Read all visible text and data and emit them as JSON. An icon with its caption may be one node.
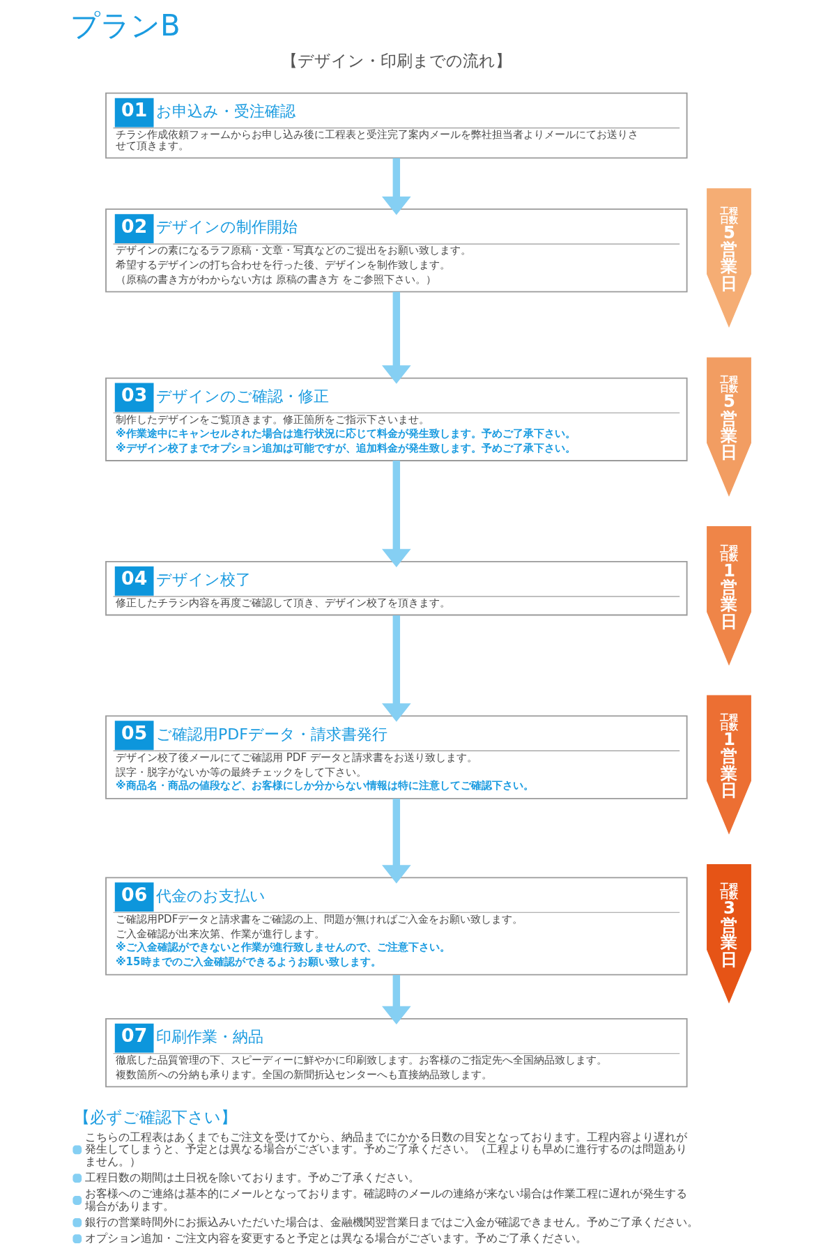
{
  "diagram": {
    "title": "プランB",
    "nodes": [
      {
        "text": [
          "01",
          "お申込み・受注確認",
          "チラシ作成依頼フォームからお申し込み後に工程表と受注完了案内メールを弊社担当者よりメールにてお送りさせて頂きます。"
        ]
      },
      {
        "text": [
          "02",
          "デザインの制作開始",
          "デザインの素になるラフ原稿・文章・写真などのご提出をお願い致します。",
          "希望するデザインの打ち合わせを行った後、デザインを制作致します。",
          "（原稿の書き方がわからない方は 原稿の書き方 をご参照下さい。）"
        ]
      },
      {
        "text": [
          "03",
          "デザインのご確認・修正",
          "制作したデザインをご覧頂きます。修正箇所をご指示下さいませ。",
          "※作業途中にキャンセルされた場合は進行状況に応じて料金が発生致します。予めご了承下さい。",
          "※デザイン校了までオプション追加は可能ですが、追加料金が発生致します。予めご了承下さい。"
        ]
      },
      {
        "text": [
          "04",
          "デザイン校了",
          "修正したチラシ内容を再度ご確認して頂き、デザイン校了を頂きます。"
        ]
      },
      {
        "text": [
          "05",
          "ご確認用PDFデータ・請求書発行",
          "デザイン校了後メールにてご確認用 PDF データと請求書をお送り致します。",
          "誤字・脱字がないか等の最終チェックをして下さい。",
          "※商品名・商品の値段など、お客様にしか分からない情報は特に注意してご確認下さい。"
        ]
      },
      {
        "text": [
          "06",
          "代金のお支払い",
          "ご確認用PDFデータと請求書をご確認の上、問題が無ければご入金をお願い致します。",
          "ご入金確認が出来次第、作業が進行します。",
          "※ご入金確認ができないと作業が進行致しませんので、ご注意下さい。",
          "※15時までのご入金確認ができるようお願い致します。"
        ]
      },
      {
        "text": [
          "07",
          "印刷作業・納品",
          "徹底した品質管理の下、スピーディーに鮮やかに印刷致します。お客様のご指定先へ全国納品致します。",
          "複数箇所への分納も承ります。全国の新聞折込センターへも直接納品致します。"
        ]
      },
      {
        "text": [
          "工程日数",
          "5営業日"
        ]
      },
      {
        "text": [
          "工程日数",
          "5営業日"
        ]
      },
      {
        "text": [
          "工程日数",
          "1営業日"
        ]
      },
      {
        "text": [
          "工程日数",
          "1営業日"
        ]
      },
      {
        "text": [
          "工程日数",
          "3営業日"
        ]
      }
    ],
    "edges": [
      {
        "from": 0,
        "to": 1,
        "arrow": "to"
      },
      {
        "from": 1,
        "to": 2,
        "arrow": "to"
      },
      {
        "from": 2,
        "to": 3,
        "arrow": "to"
      },
      {
        "from": 3,
        "to": 4,
        "arrow": "to"
      },
      {
        "from": 4,
        "to": 5,
        "arrow": "to"
      },
      {
        "from": 5,
        "to": 6,
        "arrow": "to"
      }
    ],
    "labels": [
      "【デザイン・印刷までの流れ】",
      "【必ずご確認下さい】",
      "こちらの工程表はあくまでもご注文を受けてから、納品までにかかる日数の目安となっております。工程内容より遅れが発生してしまうと、予定とは異なる場合がございます。予めご了承ください。（工程よりも早めに進行するのは問題ありません。）",
      "工程日数の期間は土日祝を除いております。予めご了承ください。",
      "お客様へのご連絡は基本的にメールとなっております。確認時のメールの連絡が来ない場合は作業工程に遅れが発生する場合があります。",
      "銀行の営業時間外にお振込みいただいた場合は、金融機関翌営業日まではご入金が確認できません。予めご了承ください。",
      "オプション追加・ご注文内容を変更すると予定とは異なる場合がございます。予めご了承ください。"
    ]
  }
}
